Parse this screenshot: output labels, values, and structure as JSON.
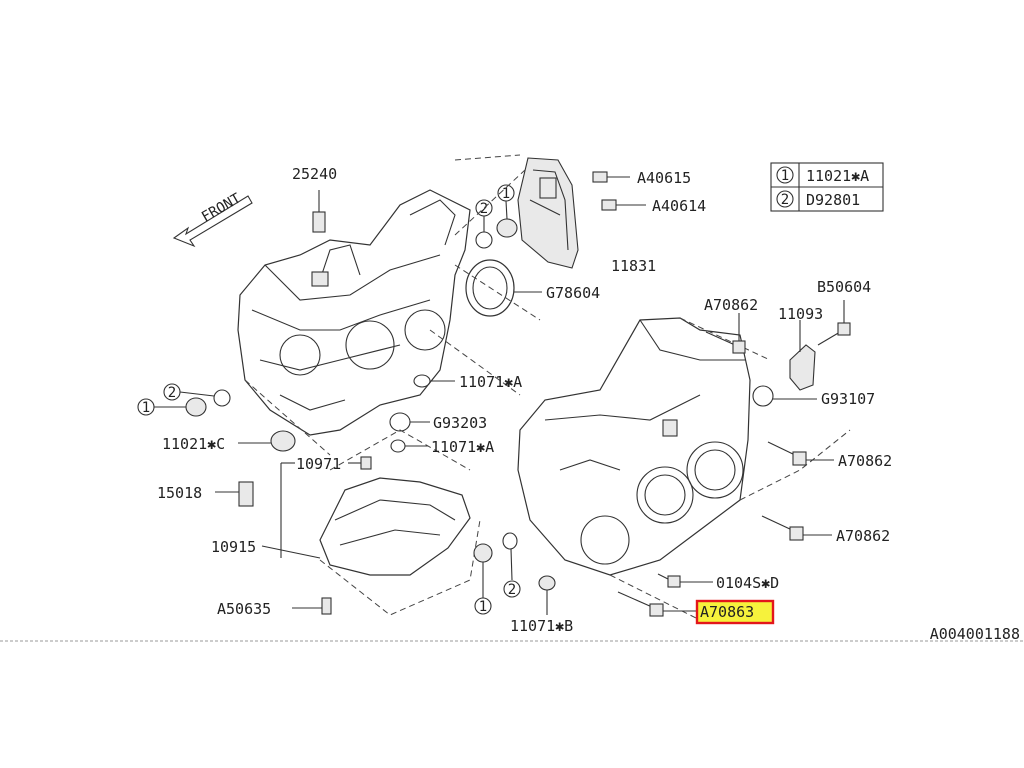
{
  "legend": [
    {
      "num": "1",
      "part": "11021✱A"
    },
    {
      "num": "2",
      "part": "D92801"
    }
  ],
  "labels": {
    "p25240": "25240",
    "pA40615": "A40615",
    "pA40614": "A40614",
    "p11831": "11831",
    "pG78604": "G78604",
    "pA70862_top": "A70862",
    "pB50604": "B50604",
    "p11093": "11093",
    "p11071A_1": "11071✱A",
    "pG93107": "G93107",
    "pG93203": "G93203",
    "p11071A_2": "11071✱A",
    "p11021C": "11021✱C",
    "p10971": "10971",
    "pA70862_mid": "A70862",
    "p15018": "15018",
    "p10915": "10915",
    "pA70862_low": "A70862",
    "p0104SD": "0104S✱D",
    "pA50635": "A50635",
    "pA70863": "A70863",
    "p11071B": "11071✱B",
    "figure_id": "A004001188",
    "front": "FRONT"
  },
  "callouts": {
    "one": "1",
    "two": "2"
  },
  "highlight": {
    "part": "A70863",
    "box_color": "#e3161b",
    "fill_color": "#f6f23c"
  }
}
